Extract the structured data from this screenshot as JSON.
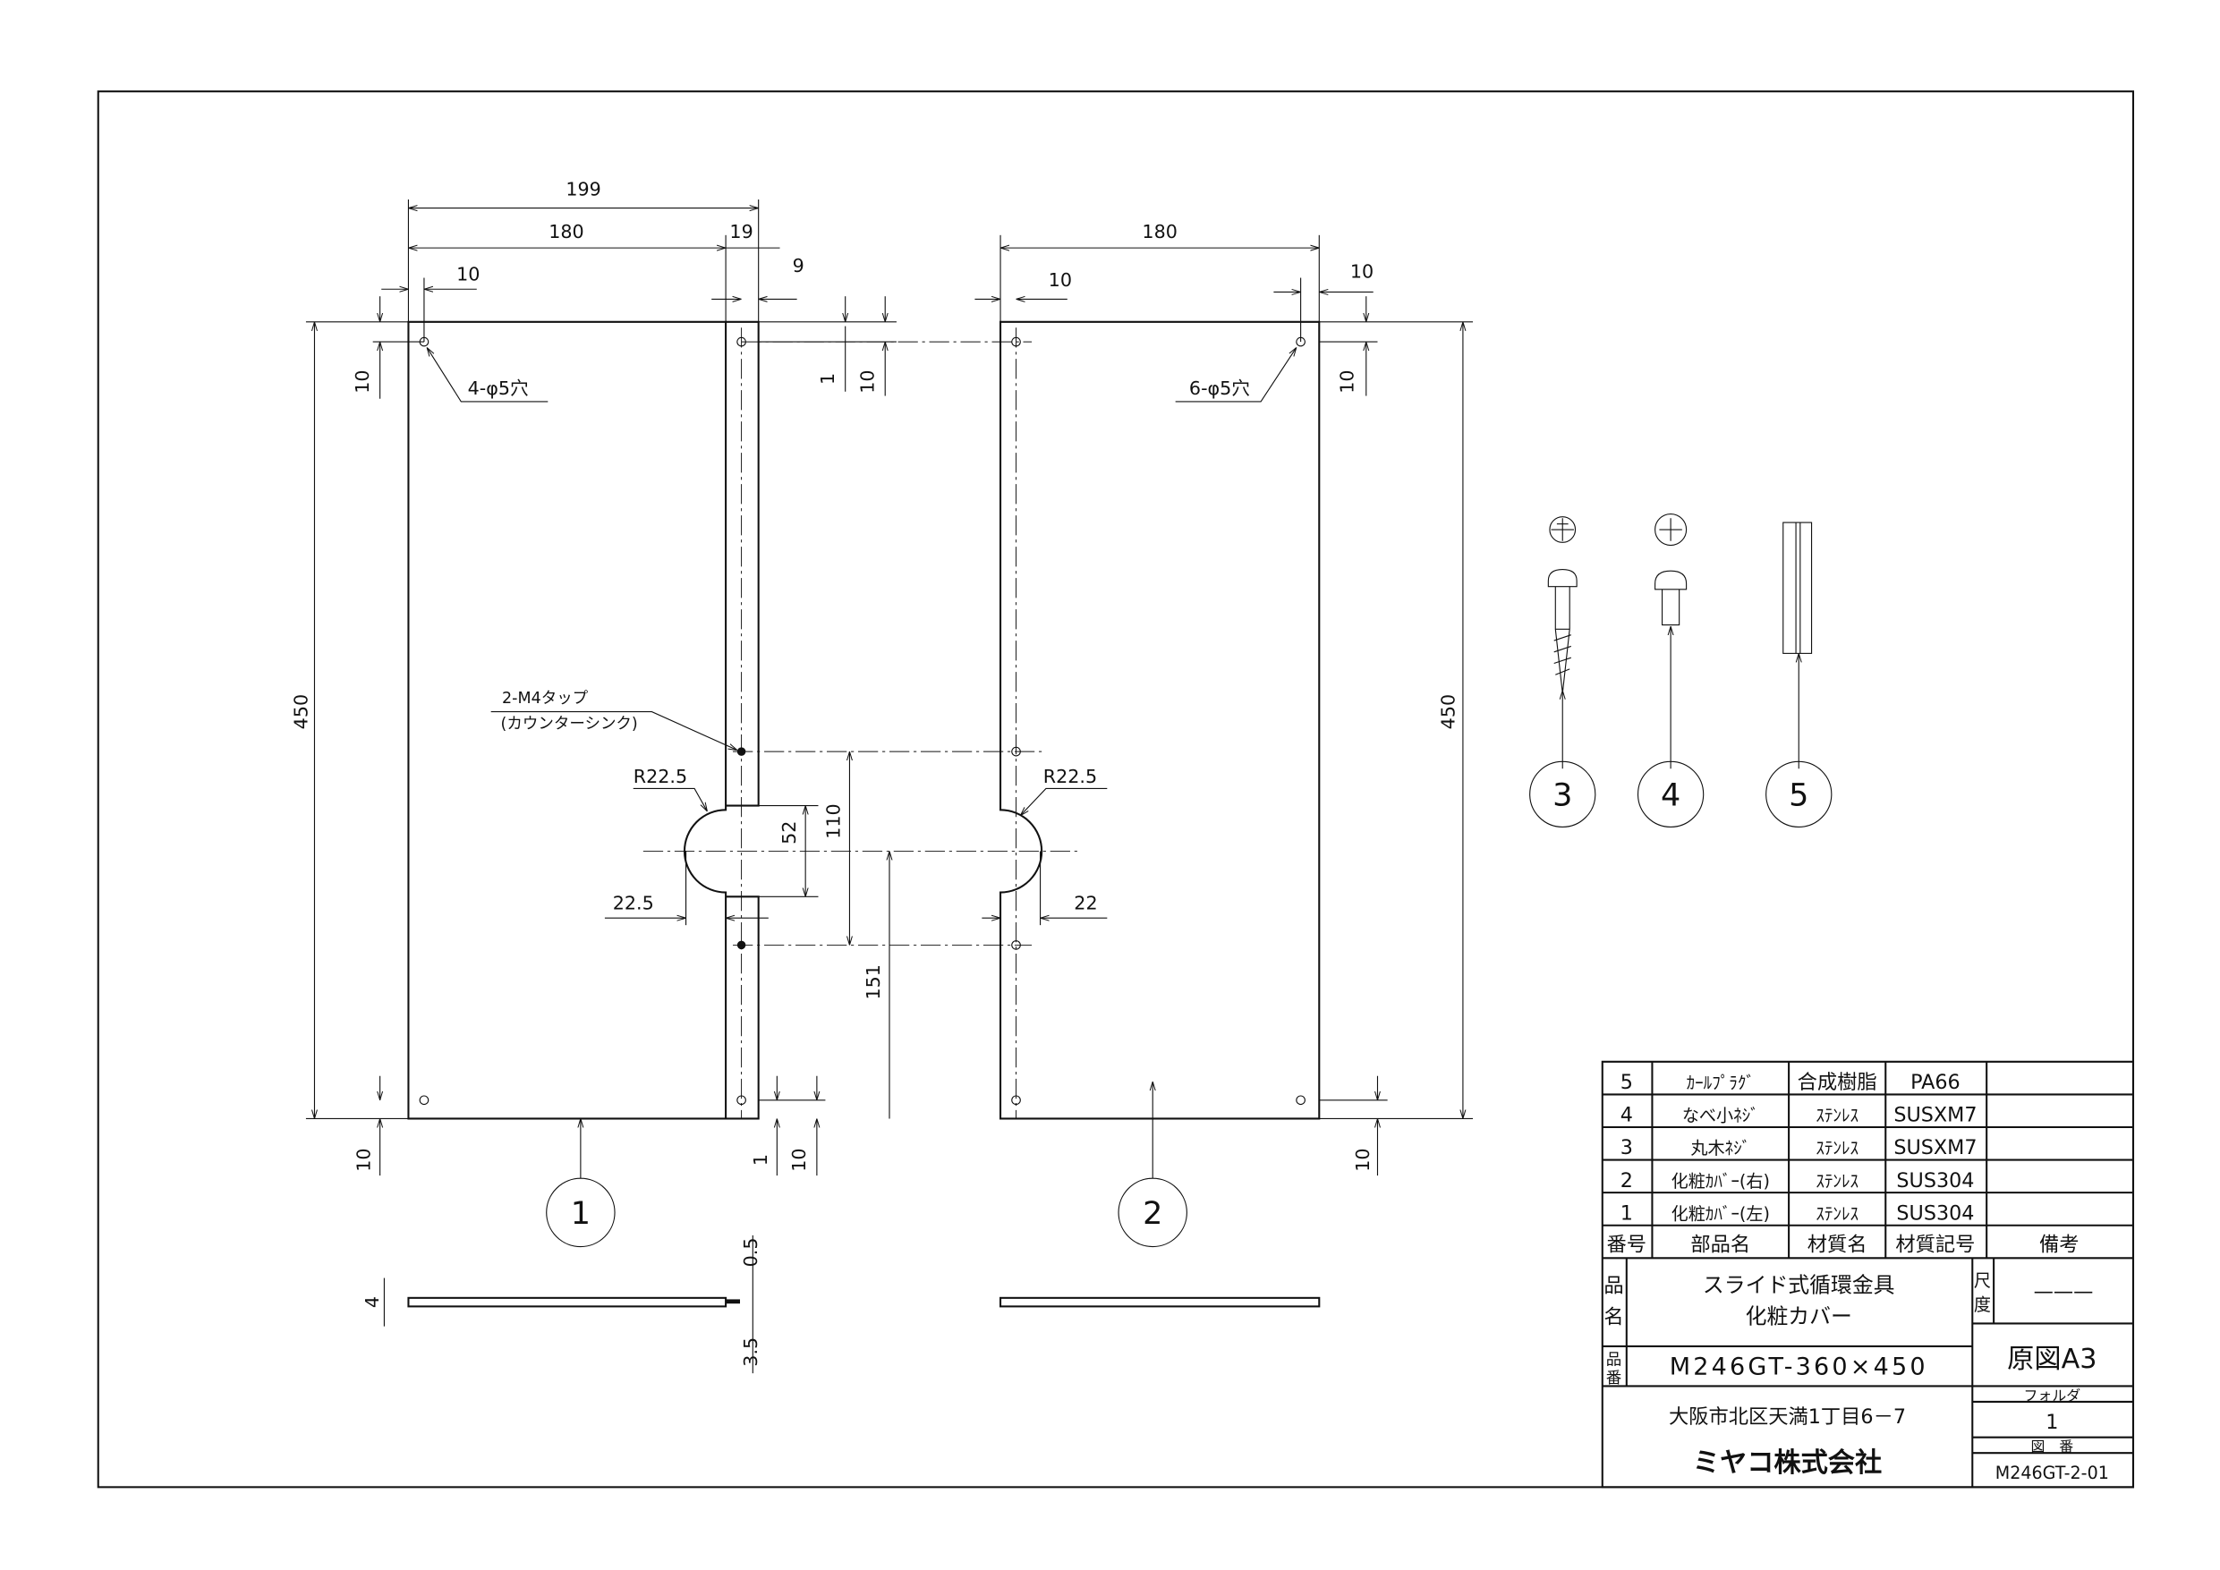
{
  "dimensions": {
    "d199": "199",
    "d180_left": "180",
    "d19": "19",
    "d10_top_left": "10",
    "d9": "9",
    "d180_right": "180",
    "d10_top_right_a": "10",
    "d10_top_right_b": "10",
    "d450_left": "450",
    "d450_right": "450",
    "d10_left_top": "10",
    "d10_left_bottom": "10",
    "d1_strip_top": "1",
    "d10_strip_top": "10",
    "d10_right_top": "10",
    "d10_right_bottom": "10",
    "d1_strip_bottom": "1",
    "d10_strip_bottom": "10",
    "d52": "52",
    "d110": "110",
    "d151": "151",
    "d22_5": "22.5",
    "d22": "22",
    "r_left": "R22.5",
    "r_right": "R22.5",
    "t4": "4",
    "t0_5": "0.5",
    "t3_5": "3.5"
  },
  "notes": {
    "holes_left": "4-φ5穴",
    "holes_right": "6-φ5穴",
    "tap_line1": "2-M4タップ",
    "tap_line2": "(カウンターシンク)"
  },
  "balloons": [
    "1",
    "2",
    "3",
    "4",
    "5"
  ],
  "parts_list": {
    "headers": [
      "番号",
      "部品名",
      "材質名",
      "材質記号",
      "備考"
    ],
    "rows": [
      [
        "5",
        "ｶｰﾙﾌﾟﾗｸﾞ",
        "合成樹脂",
        "PA66",
        ""
      ],
      [
        "4",
        "なべ小ﾈｼﾞ",
        "ｽﾃﾝﾚｽ",
        "SUSXM7",
        ""
      ],
      [
        "3",
        "丸木ﾈｼﾞ",
        "ｽﾃﾝﾚｽ",
        "SUSXM7",
        ""
      ],
      [
        "2",
        "化粧ｶﾊﾞｰ(右)",
        "ｽﾃﾝﾚｽ",
        "SUS304",
        ""
      ],
      [
        "1",
        "化粧ｶﾊﾞｰ(左)",
        "ｽﾃﾝﾚｽ",
        "SUS304",
        ""
      ]
    ]
  },
  "title_block": {
    "name_label_1": "品",
    "name_label_2": "名",
    "name_line1": "スライド式循環金具",
    "name_line2": "化粧カバー",
    "number_label_1": "品",
    "number_label_2": "番",
    "product_number": "M246GT-360×450",
    "scale_label_1": "尺",
    "scale_label_2": "度",
    "scale_value": "———",
    "original": "原図A3",
    "address": "大阪市北区天満1丁目6－7",
    "company": "ミヤコ株式会社",
    "folder_label": "フォルダ",
    "folder_value": "1",
    "drawing_no_label": "図　番",
    "drawing_no": "M246GT-2-01"
  }
}
